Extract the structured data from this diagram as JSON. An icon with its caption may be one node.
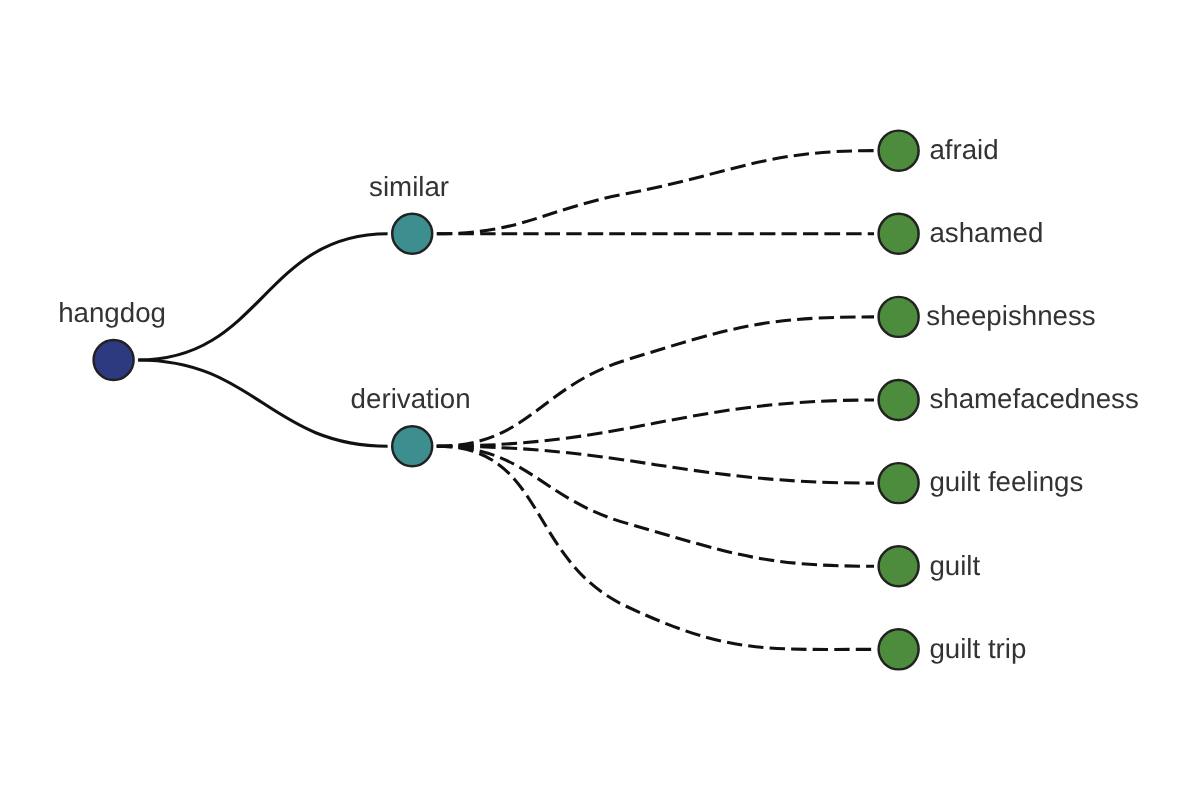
{
  "diagram": {
    "nodes": [
      {
        "text": [
          "hangdog"
        ]
      },
      {
        "text": [
          "similar"
        ]
      },
      {
        "text": [
          "derivation"
        ]
      },
      {
        "text": [
          "sheepishness"
        ]
      },
      {
        "text": [
          "shamefacedness"
        ]
      },
      {
        "text": [
          "afraid"
        ]
      },
      {
        "text": [
          "ashamed"
        ]
      },
      {
        "text": [
          "guilt feelings"
        ]
      },
      {
        "text": [
          "guilt"
        ]
      },
      {
        "text": [
          "guilt trip"
        ]
      }
    ],
    "edges": [
      {
        "from": 0,
        "to": 1,
        "arrow": "none"
      },
      {
        "from": 0,
        "to": 2,
        "arrow": "none"
      },
      {
        "from": 1,
        "to": 5,
        "arrow": "none",
        "style": "dashed"
      },
      {
        "from": 1,
        "to": 6,
        "arrow": "none",
        "style": "dashed"
      },
      {
        "from": 2,
        "to": 3,
        "arrow": "none",
        "style": "dashed"
      },
      {
        "from": 2,
        "to": 4,
        "arrow": "none",
        "style": "dashed"
      },
      {
        "from": 2,
        "to": 7,
        "arrow": "none",
        "style": "dashed"
      },
      {
        "from": 2,
        "to": 8,
        "arrow": "none",
        "style": "dashed"
      },
      {
        "from": 2,
        "to": 9,
        "arrow": "none",
        "style": "dashed"
      }
    ]
  }
}
